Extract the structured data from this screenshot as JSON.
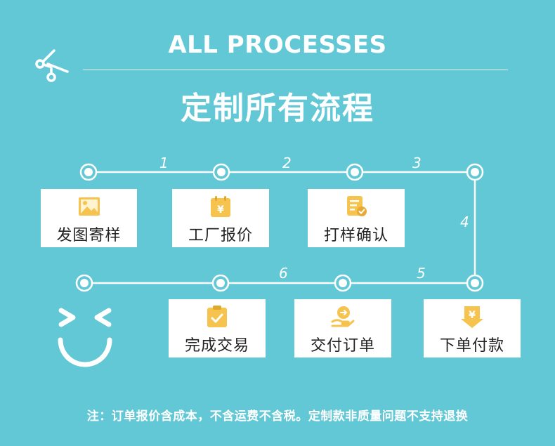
{
  "header": {
    "title_en": "ALL PROCESSES",
    "title_cn": "定制所有流程"
  },
  "steps": [
    {
      "label": "发图寄样",
      "icon": "image-icon"
    },
    {
      "label": "工厂报价",
      "icon": "price-calendar-icon"
    },
    {
      "label": "打样确认",
      "icon": "document-check-icon"
    },
    {
      "label": "下单付款",
      "icon": "payment-arrow-icon"
    },
    {
      "label": "交付订单",
      "icon": "hand-coin-icon"
    },
    {
      "label": "完成交易",
      "icon": "clipboard-check-icon"
    }
  ],
  "step_numbers": [
    "1",
    "2",
    "3",
    "4",
    "5",
    "6"
  ],
  "footer": {
    "note": "注：订单报价含成本，不含运费不含税。定制款非质量问题不支持退换"
  },
  "colors": {
    "background": "#62c8d6",
    "card": "#ffffff",
    "icon_yellow": "#f6c44e",
    "text": "#222222"
  }
}
